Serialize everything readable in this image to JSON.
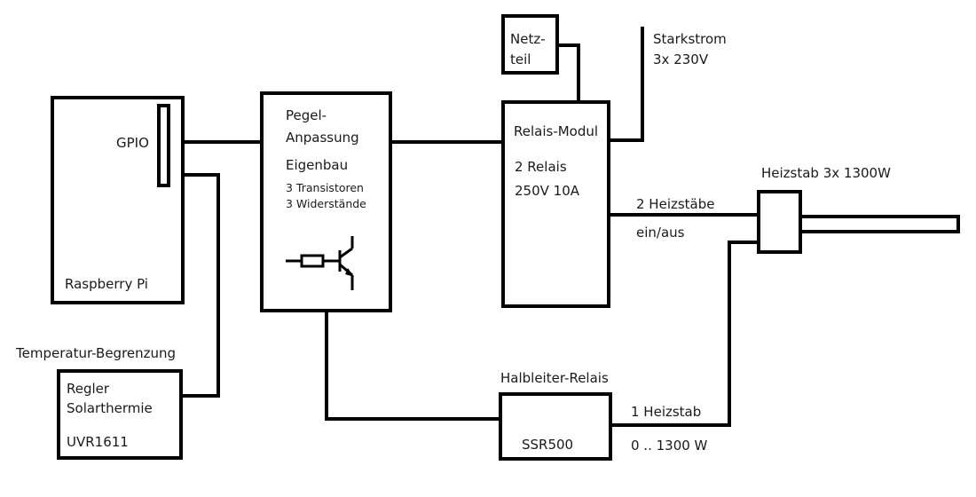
{
  "diagram": {
    "title": "",
    "nodes": {
      "raspberry_pi": {
        "label": "Raspberry Pi",
        "port_label": "GPIO"
      },
      "pegel": {
        "line1": "Pegel-",
        "line2": "Anpassung",
        "line3": "Eigenbau",
        "line4": "3 Transistoren",
        "line5": "3 Widerstände",
        "symbol": "resistor-transistor-icon"
      },
      "netzteil": {
        "line1": "Netz-",
        "line2": "teil"
      },
      "relais_modul": {
        "line1": "Relais-Modul",
        "line2": "2 Relais",
        "line3": "250V 10A"
      },
      "starkstrom": {
        "line1": "Starkstrom",
        "line2": "3x 230V"
      },
      "heizstab": {
        "label": "Heizstab 3x 1300W"
      },
      "ssr": {
        "caption": "Halbleiter-Relais",
        "label": "SSR500"
      },
      "regler": {
        "caption": "Temperatur-Begrenzung",
        "line1": "Regler",
        "line2": "Solarthermie",
        "line3": "UVR1611"
      }
    },
    "edges": {
      "relais_to_heizstab": {
        "line1": "2 Heizstäbe",
        "line2": "ein/aus"
      },
      "ssr_to_heizstab": {
        "line1": "1 Heizstab",
        "line2": "0 .. 1300 W"
      }
    }
  }
}
